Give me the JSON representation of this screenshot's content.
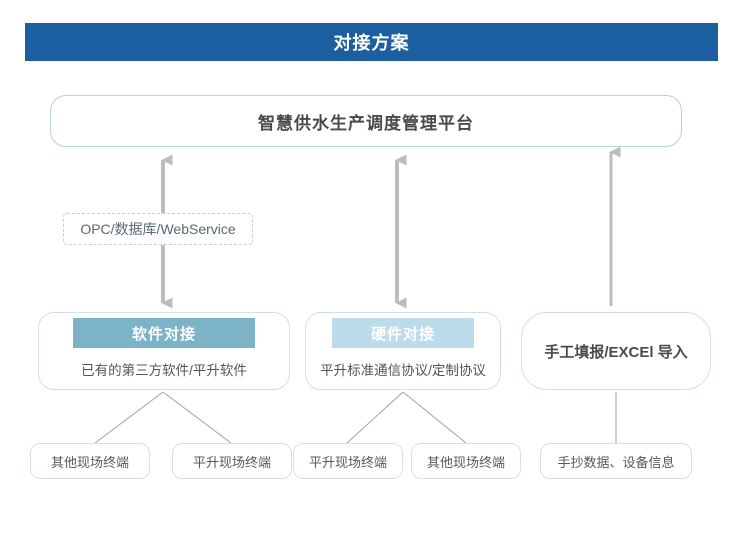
{
  "header": {
    "title": "对接方案",
    "bar_color": "#1c5fa0"
  },
  "platform": {
    "label": "智慧供水生产调度管理平台"
  },
  "protocol_label": {
    "text": "OPC/数据库/WebService"
  },
  "categories": [
    {
      "id": "software",
      "head": "软件对接",
      "head_color": "#7cb3c6",
      "body": "已有的第三方软件/平升软件"
    },
    {
      "id": "hardware",
      "head": "硬件对接",
      "head_color": "#bcdceb",
      "body": "平升标准通信协议/定制协议"
    },
    {
      "id": "manual",
      "head": "",
      "head_color": "",
      "body": "手工填报/EXCEl 导入"
    }
  ],
  "terminals": [
    {
      "id": "t1",
      "label": "其他现场终端"
    },
    {
      "id": "t2",
      "label": "平升现场终端"
    },
    {
      "id": "t3",
      "label": "平升现场终端"
    },
    {
      "id": "t4",
      "label": "其他现场终端"
    },
    {
      "id": "t5",
      "label": "手抄数据、设备信息"
    }
  ],
  "connectors": {
    "arrow_color": "#b9b9b9",
    "line_color": "#9aa3a8",
    "software_arrow": "double",
    "hardware_arrow": "double",
    "manual_arrow": "single-up"
  }
}
